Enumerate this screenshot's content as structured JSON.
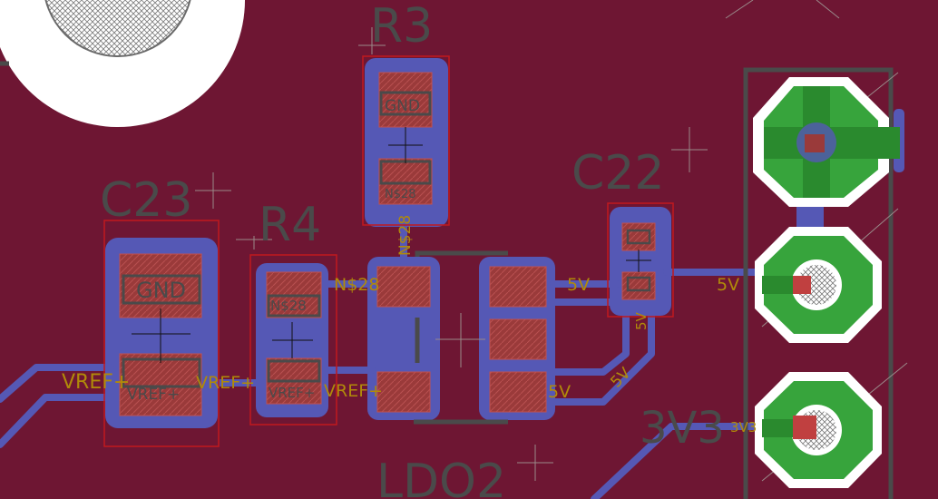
{
  "board": {
    "colors": {
      "board": "#6e1633",
      "pour": "#5558b5",
      "pad": "#9a3a3a",
      "via_copper": "#37a43c",
      "silkscreen": "#4a4a4a",
      "net_label": "#b08a0a",
      "outline": "#c0181e",
      "hole": "#ffffff"
    }
  },
  "components": {
    "r3": {
      "ref": "R3",
      "pad_top": "GND",
      "pad_bottom": "N$28",
      "trace_net": "N$28"
    },
    "c23": {
      "ref": "C23",
      "pad_top": "GND",
      "pad_bottom": "VREF+"
    },
    "r4": {
      "ref": "R4",
      "pad_top": "N$28",
      "pad_bottom": "VREF+"
    },
    "c22": {
      "ref": "C22",
      "trace_net": "5V"
    },
    "ldo2": {
      "ref": "LDO2"
    }
  },
  "nets": {
    "vref_left": "VREF+",
    "vref_mid": "VREF+",
    "vref_right": "VREF+",
    "n28": "N$28",
    "fivev_ldo": "5V",
    "fivev_conn": "5V",
    "fivev_bottom": "5V",
    "fivev_diag": "5V",
    "fivev_vertical": "5V",
    "threev3_trace": "3V3",
    "threev3_big": "3V3"
  }
}
